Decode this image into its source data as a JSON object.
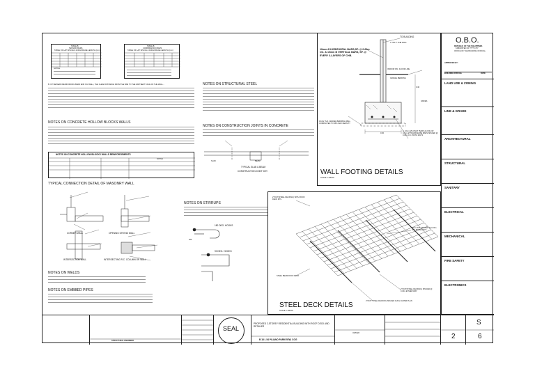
{
  "tables": {
    "t1": {
      "title1": "TABLE B",
      "title2": "TENSION BARS",
      "title3": "TABLE OF LAP SPLICE & ANCHORAGE LENGTH (mm)",
      "note": "NOTES:"
    },
    "t2": {
      "title1": "TABLE B",
      "title2": "COMPRESSION BARS",
      "title3": "TABLE OF LAP SPLICE & ANCHORAGE LENGTH (mm)"
    }
  },
  "notes": {
    "rebar_notes": "B. IF THE BEAM REINFORCING BARS END IN A WALL, THE CLEAR DISTANCE FROM THE BAR TO THE FARTHEST FACE OF THE WALL...",
    "chb_title": "NOTES ON CONCRETE HOLLOW BLOCKS WALLS",
    "chb_table_title": "NOTES ON CONCRETE HOLLOW BLOCKS WALLS REINFORCEMENTS",
    "chb_table_col": "NOTES",
    "masonry_title": "TYPICAL CONNECTION DETAIL OF MASONRY WALL",
    "corner_wall": "CORNER WALL",
    "opening_wall": "OPENING OR END WALL",
    "intersection_wall": "INTERSECTION WALL",
    "intersecting_column": "INTERSECTING R.C. COLUMN OR WALL",
    "welds_title": "NOTES ON WELDS",
    "embed_title": "NOTES ON EMBBED PIPES",
    "struct_steel_title": "NOTES ON STRUCTURAL STEEL",
    "const_joint_title": "NOTES ON CONSTRUCTION JOINTS IN CONCRETE",
    "slab_beam_caption1": "TYPICAL SLAB & BEAM",
    "slab_beam_caption2": "CONSTRUCTION JOINT DET.",
    "slab_label": "SLAB",
    "beam_label": "BEAM",
    "stirrups_title": "NOTES ON STIRRUPS",
    "hooks1": "180 DEG. HOOKS",
    "hooks2": "90 DEG. HOOKS",
    "db6": "6db"
  },
  "wall_footing": {
    "title": "WALL FOOTING DETAILS",
    "scale": "SCALE 1:10MTS",
    "to_building": "TO BUILDING",
    "bars_note": "10mm Ø HORIZONTAL BARS,SP. @ 0.60m OC. & 10mm Ø VERTICAL BARS, SP. @ EVERY 3-LAYERS OF CHB.",
    "floor_line": "INDOOR FIN. FLOOR LINE",
    "gravel": "GRAVEL BEDDING",
    "wall": "4\" OR 6\" CHB WALL",
    "dim1": "0.40",
    "dim2": "VARIES",
    "dim3": "0.60",
    "compacted": "0.10m THK. GRAVEL BEDDING WELL COMPACTED TO 95% MAX DENSITY",
    "bars_bottom": "2- 10mm Ø LONGT. BARS ALONG W/ 10mm Ø TRANSVERSE BARS SPACED @ 0.30m O.C. BOTH WAYS"
  },
  "steel_deck": {
    "title": "STEEL DECK DETAILS",
    "scale": "SCALE 1:10MTS",
    "l1": "2\"X0.8\"(STEEL DECKING) WITH ROOF DECK MTL.",
    "l2": "10mm DIA. SPACED @ 0.20m O.C. BOTH WAYS",
    "l3": "STEEL BEAM ROOF DECK",
    "l4": "2\"X0.8\"(STEEL DECKING) SPACED @ 0.40m EITHER WAY",
    "l5": "2\"X0.8\" STEEL DECKING SPACED 0.20m AS PER PLAN"
  },
  "right_panel": {
    "obo": "O.B.O.",
    "republic": "REPUBLIC OF THE PHILIPPINES",
    "city": "KABUPATEN OF ???? CITY",
    "office": "OFFICE OF THE BUILDING OFFICIAL",
    "approved": "APPROVED BY:",
    "building_official": "BUILDING OFFICIAL",
    "date": "DATE",
    "rows": [
      "LAND USE & ZONING",
      "LINE & GRADE",
      "ARCHITECTURAL",
      "STRUCTURAL",
      "SANITARY",
      "ELECTRICAL",
      "MECHANICAL",
      "FIRE SAFETY",
      "ELECTRONICS"
    ]
  },
  "title_block": {
    "engineer": "STRUCTURAL ENGINEER",
    "seal": "SEAL",
    "project": "PROPOSED 2-STOREY RESIDENTIAL BUILDING WITH ROOF DECK AND RETAILER",
    "location": "B 18 L 54 PILIANO PARKVIEW, COG",
    "owner": "OWNER",
    "sheet_label": "S",
    "sheet_num": "2",
    "sheet_total": "6"
  }
}
